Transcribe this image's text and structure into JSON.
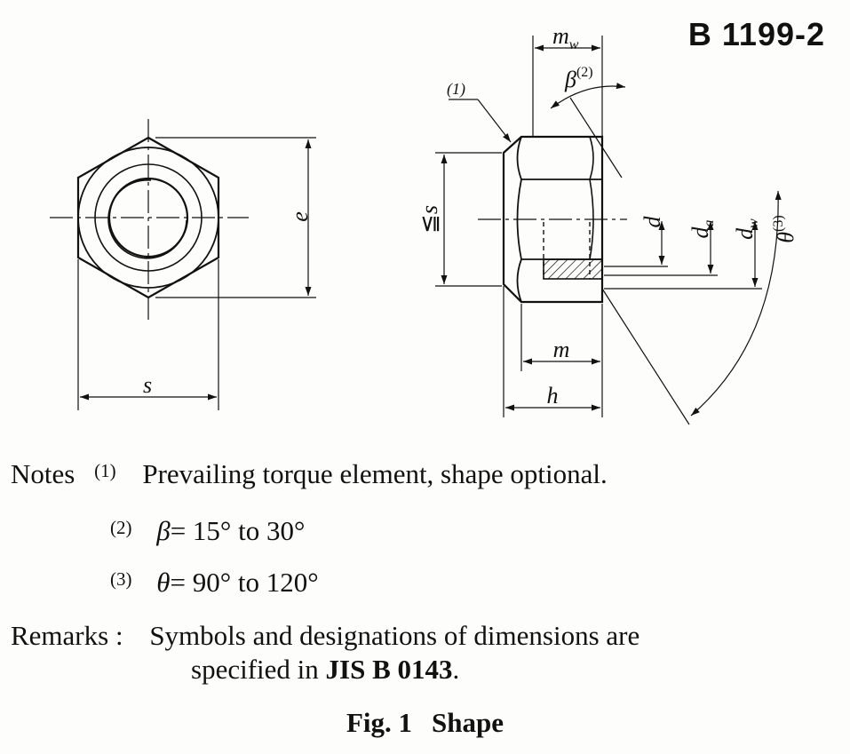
{
  "header": {
    "standard_number": "B 1199-2"
  },
  "drawing": {
    "front_view": {
      "width_across_corners_label": "e",
      "width_across_flats_label": "s"
    },
    "side_view": {
      "note1_marker": "(1)",
      "bearing_face_dia_label": "m",
      "bearing_face_dia_sub": "w",
      "beta_label": "β",
      "beta_marker": "(2)",
      "width_across_flats_label": "s",
      "width_le_sign": "≦",
      "thread_dia_label": "d",
      "bearing_dia_a_label": "d",
      "bearing_dia_a_sub": "a",
      "bearing_dia_w_label": "d",
      "bearing_dia_w_sub": "w",
      "theta_label": "θ",
      "theta_marker": "(3)",
      "nut_height_label": "m",
      "total_height_label": "h"
    }
  },
  "notes": {
    "title": "Notes",
    "items": [
      {
        "marker": "(1)",
        "text": "Prevailing torque element, shape optional."
      },
      {
        "marker": "(2)",
        "symbol": "β",
        "text": "= 15° to 30°"
      },
      {
        "marker": "(3)",
        "symbol": "θ",
        "text": "= 90° to 120°"
      }
    ]
  },
  "remarks": {
    "title": "Remarks :",
    "line1": "Symbols and designations of dimensions are",
    "line2_prefix": "specified in",
    "line2_reference": "JIS B 0143",
    "line2_suffix": "."
  },
  "figure": {
    "number": "Fig. 1",
    "title": "Shape"
  }
}
